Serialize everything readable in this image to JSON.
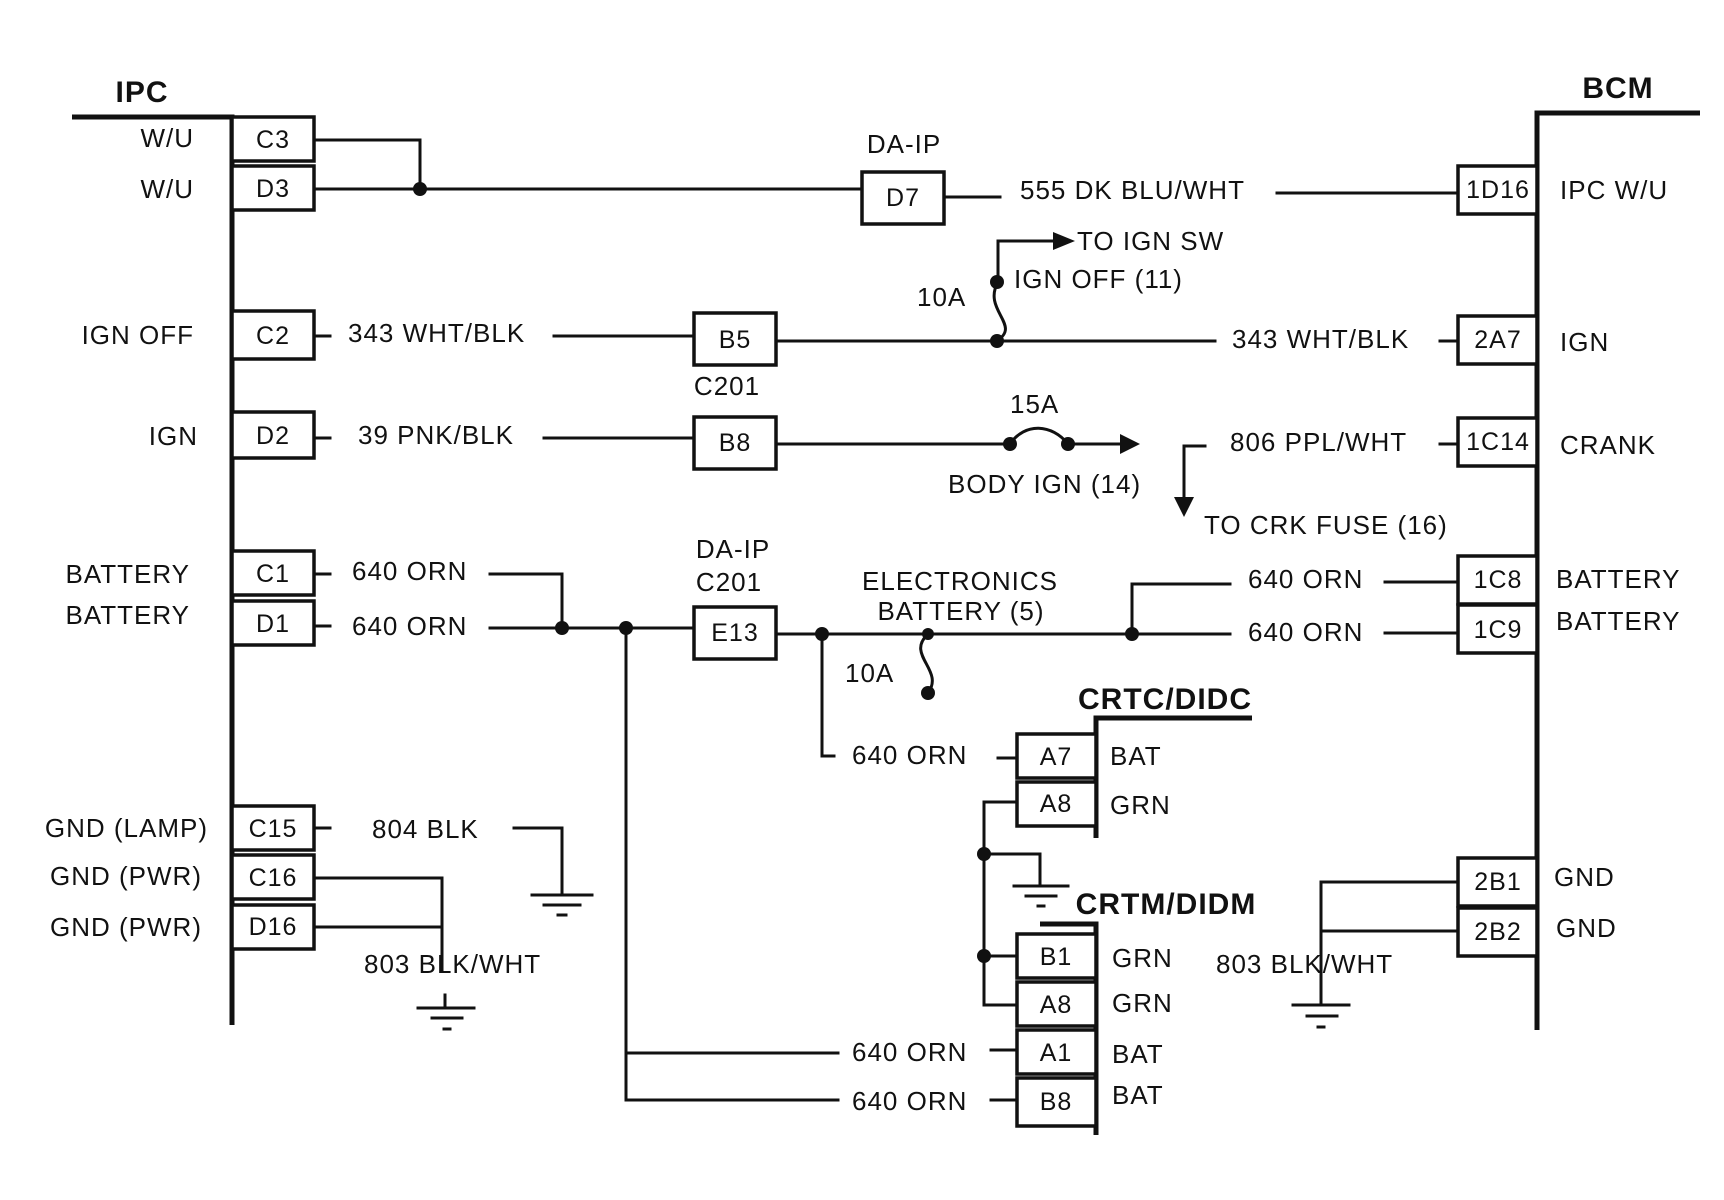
{
  "modules": {
    "ipc": "IPC",
    "bcm": "BCM",
    "crtc": "CRTC/DIDC",
    "crtm": "CRTM/DIDM"
  },
  "ipc_pins": [
    {
      "pin": "C3",
      "label": "W/U"
    },
    {
      "pin": "D3",
      "label": "W/U"
    },
    {
      "pin": "C2",
      "label": "IGN OFF"
    },
    {
      "pin": "D2",
      "label": "IGN"
    },
    {
      "pin": "C1",
      "label": "BATTERY"
    },
    {
      "pin": "D1",
      "label": "BATTERY"
    },
    {
      "pin": "C15",
      "label": "GND (LAMP)"
    },
    {
      "pin": "C16",
      "label": "GND (PWR)"
    },
    {
      "pin": "D16",
      "label": "GND (PWR)"
    }
  ],
  "bcm_pins": [
    {
      "pin": "1D16",
      "label": "IPC W/U"
    },
    {
      "pin": "2A7",
      "label": "IGN"
    },
    {
      "pin": "1C14",
      "label": "CRANK"
    },
    {
      "pin": "1C8",
      "label": "BATTERY"
    },
    {
      "pin": "1C9",
      "label": "BATTERY"
    },
    {
      "pin": "2B1",
      "label": "GND"
    },
    {
      "pin": "2B2",
      "label": "GND"
    }
  ],
  "crtc_pins": [
    {
      "pin": "A7",
      "label": "BAT"
    },
    {
      "pin": "A8",
      "label": "GRN"
    }
  ],
  "crtm_pins": [
    {
      "pin": "B1",
      "label": "GRN"
    },
    {
      "pin": "A8",
      "label": "GRN"
    },
    {
      "pin": "A1",
      "label": "BAT"
    },
    {
      "pin": "B8",
      "label": "BAT"
    }
  ],
  "connectors": {
    "d7": {
      "pin": "D7",
      "name": "DA-IP"
    },
    "b5": {
      "pin": "B5",
      "name": "C201"
    },
    "b8": {
      "pin": "B8"
    },
    "e13": {
      "pin": "E13",
      "name1": "DA-IP",
      "name2": "C201"
    }
  },
  "wires": {
    "w555": "555 DK BLU/WHT",
    "w343_left": "343 WHT/BLK",
    "w343_right": "343 WHT/BLK",
    "w39": "39 PNK/BLK",
    "w806": "806 PPL/WHT",
    "w640_c1": "640 ORN",
    "w640_d1": "640 ORN",
    "w640_1c8": "640 ORN",
    "w640_1c9": "640 ORN",
    "w640_a7": "640 ORN",
    "w640_a1": "640 ORN",
    "w640_b8": "640 ORN",
    "w804": "804 BLK",
    "w803_left": "803 BLK/WHT",
    "w803_right": "803 BLK/WHT"
  },
  "fuses": {
    "ign_fuse_rating": "10A",
    "ign_fuse_dest1": "TO IGN SW",
    "ign_fuse_dest2": "IGN OFF (11)",
    "body_fuse_rating": "15A",
    "body_fuse_name": "BODY IGN (14)",
    "crk_dest": "TO CRK FUSE (16)",
    "elec_fuse_name1": "ELECTRONICS",
    "elec_fuse_name2": "BATTERY (5)",
    "elec_fuse_rating": "10A"
  }
}
